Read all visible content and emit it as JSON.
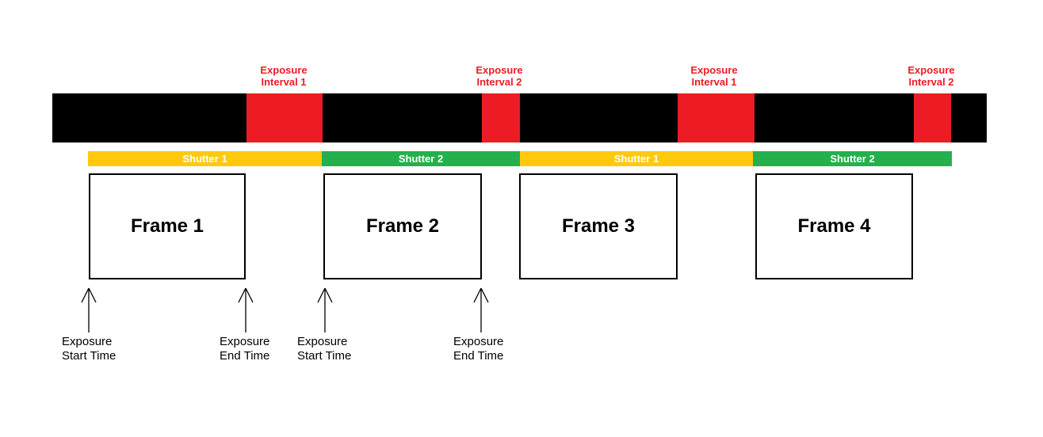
{
  "diagram": {
    "description_colors": {
      "sensor_bar": "#000000",
      "exposure_interval_red": "#ED1C24",
      "shutter_1_yellow": "#FFC90E",
      "shutter_2_green": "#22B14C",
      "frame_fill": "#ffffff",
      "frame_border": "#000000",
      "shutter_text": "#ffffff",
      "time_label_text": "#000000"
    },
    "exposure_labels": [
      {
        "line1": "Exposure",
        "line2": "Interval 1"
      },
      {
        "line1": "Exposure",
        "line2": "Interval 2"
      },
      {
        "line1": "Exposure",
        "line2": "Interval 1"
      },
      {
        "line1": "Exposure",
        "line2": "Interval 2"
      }
    ],
    "shutters": [
      {
        "label": "Shutter 1"
      },
      {
        "label": "Shutter 2"
      },
      {
        "label": "Shutter 1"
      },
      {
        "label": "Shutter 2"
      }
    ],
    "frames": [
      {
        "label": "Frame 1"
      },
      {
        "label": "Frame 2"
      },
      {
        "label": "Frame 3"
      },
      {
        "label": "Frame 4"
      }
    ],
    "time_labels": [
      {
        "line1": "Exposure",
        "line2": "Start Time"
      },
      {
        "line1": "Exposure",
        "line2": "End Time"
      },
      {
        "line1": "Exposure",
        "line2": "Start Time"
      },
      {
        "line1": "Exposure",
        "line2": "End Time"
      }
    ]
  }
}
